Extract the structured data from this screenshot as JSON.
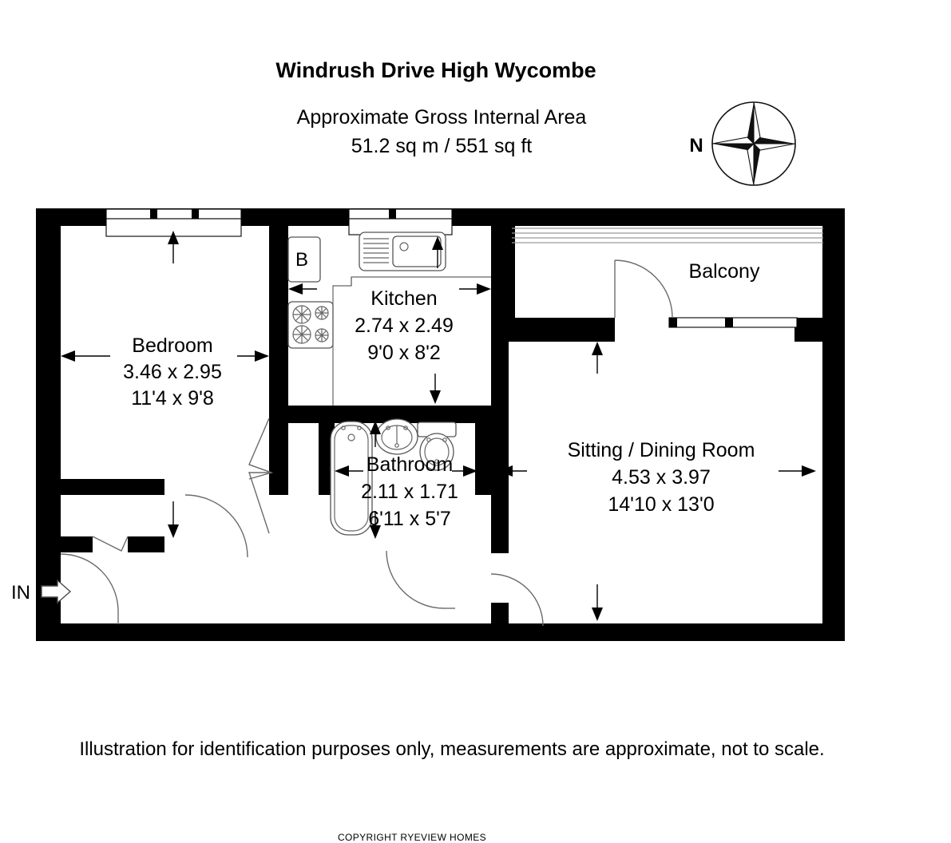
{
  "header": {
    "title": "Windrush Drive  High Wycombe",
    "area_label": "Approximate Gross Internal Area",
    "area_value": "51.2 sq m / 551 sq ft"
  },
  "compass": {
    "label": "N",
    "icon": "compass-rose-icon"
  },
  "rooms": [
    {
      "id": "bedroom",
      "name": "Bedroom",
      "dim_metric": "3.46 x 2.95",
      "dim_imperial": "11'4 x 9'8"
    },
    {
      "id": "kitchen",
      "name": "Kitchen",
      "dim_metric": "2.74 x 2.49",
      "dim_imperial": "9'0 x 8'2"
    },
    {
      "id": "bathroom",
      "name": "Bathroom",
      "dim_metric": "2.11 x 1.71",
      "dim_imperial": "6'11 x 5'7"
    },
    {
      "id": "sitting-dining-room",
      "name": "Sitting / Dining Room",
      "dim_metric": "4.53 x 3.97",
      "dim_imperial": "14'10 x 13'0"
    },
    {
      "id": "balcony",
      "name": "Balcony",
      "dim_metric": "",
      "dim_imperial": ""
    }
  ],
  "annotations": {
    "boiler_label": "B",
    "entrance_label": "IN"
  },
  "footer": {
    "disclaimer": "Illustration for identification purposes only, measurements are approximate, not to scale.",
    "copyright": "COPYRIGHT RYEVIEW HOMES"
  },
  "colors": {
    "wall": "#000000",
    "background": "#ffffff",
    "text": "#000000",
    "fixture_stroke": "#555555",
    "door_swing": "#6b6b6b"
  }
}
